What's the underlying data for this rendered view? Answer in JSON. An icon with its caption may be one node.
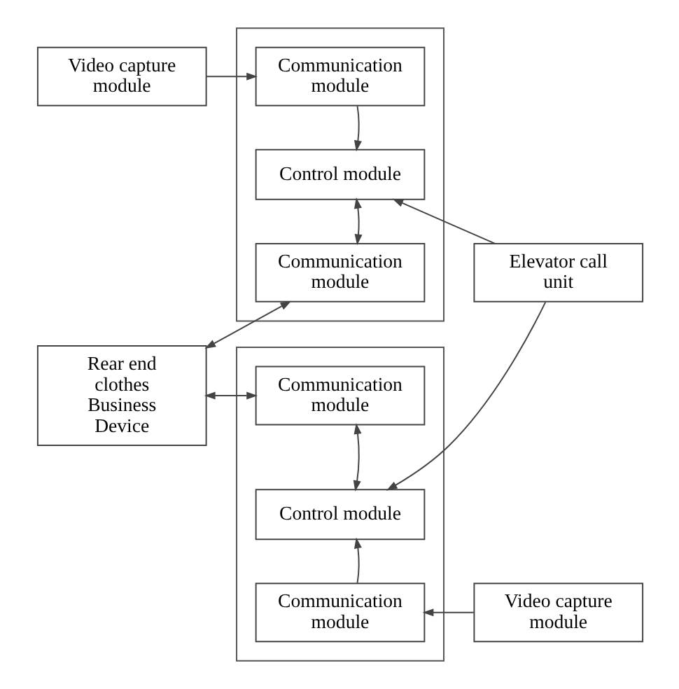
{
  "diagram": {
    "nodes": [
      {
        "text": [
          "Video capture module"
        ]
      },
      {
        "text": [],
        "shape": "box"
      },
      {
        "text": [
          "Communication module"
        ],
        "in": 1
      },
      {
        "text": [
          "Control module"
        ],
        "in": 1
      },
      {
        "text": [
          "Communication module"
        ],
        "in": 1
      },
      {
        "text": [
          "Elevator call unit"
        ]
      },
      {
        "text": [
          "Rear end clothes Business Device"
        ]
      },
      {
        "text": [],
        "shape": "box"
      },
      {
        "text": [
          "Communication module"
        ],
        "in": 7
      },
      {
        "text": [
          "Control module"
        ],
        "in": 7
      },
      {
        "text": [
          "Communication module"
        ],
        "in": 7
      },
      {
        "text": [
          "Video capture module"
        ]
      }
    ],
    "edges": [
      {
        "from": 0,
        "to": 2,
        "arrow": "to"
      },
      {
        "from": 2,
        "to": 3,
        "arrow": "to"
      },
      {
        "from": 3,
        "to": 4,
        "arrow": "both"
      },
      {
        "from": 5,
        "to": 3,
        "arrow": "to"
      },
      {
        "from": 4,
        "to": 6,
        "arrow": "both"
      },
      {
        "from": 8,
        "to": 6,
        "arrow": "both"
      },
      {
        "from": 8,
        "to": 9,
        "arrow": "both"
      },
      {
        "from": 5,
        "to": 9,
        "arrow": "to"
      },
      {
        "from": 10,
        "to": 9,
        "arrow": "to"
      },
      {
        "from": 11,
        "to": 10,
        "arrow": "to"
      }
    ]
  }
}
